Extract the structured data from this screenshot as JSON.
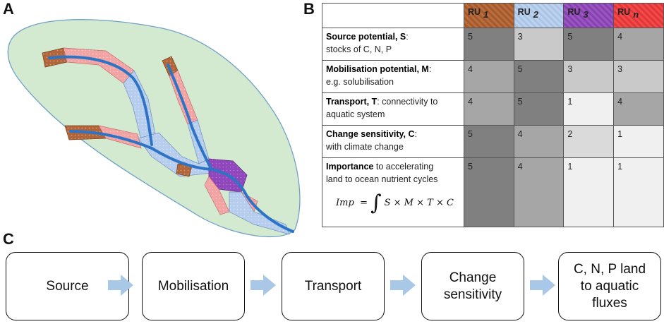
{
  "panel_labels": {
    "a": "A",
    "b": "B",
    "c": "C"
  },
  "colors": {
    "catchment": "#d4ead0",
    "river": "#2e74c6",
    "ru1": "#a95d2f",
    "ru2": "#b7cdee",
    "ru3": "#8f47bb",
    "run": "#ee4444",
    "pink_zone": "#f0a0a0",
    "arrow": "#a9c8e8"
  },
  "table": {
    "headers": [
      {
        "name": "RU",
        "sub": "1"
      },
      {
        "name": "RU",
        "sub": "2"
      },
      {
        "name": "RU",
        "sub": "3"
      },
      {
        "name": "RU",
        "sub": "n"
      }
    ],
    "rows": [
      {
        "bold": "Source potential, S",
        "rest": ":",
        "line2": "stocks of C, N, P",
        "values": [
          "5",
          "3",
          "5",
          "4"
        ]
      },
      {
        "bold": "Mobilisation potential, M",
        "rest": ":",
        "line2": "e.g. solubilisation",
        "values": [
          "4",
          "5",
          "3",
          "3"
        ]
      },
      {
        "bold": "Transport, T",
        "rest": ": connectivity to",
        "line2": "aquatic system",
        "values": [
          "4",
          "5",
          "1",
          "4"
        ]
      },
      {
        "bold": "Change sensitivity, C",
        "rest": ":",
        "line2": "with climate change",
        "values": [
          "5",
          "4",
          "2",
          "1"
        ]
      },
      {
        "bold": "Importance",
        "rest": " to accelerating",
        "line2": "land to ocean nutrient cycles",
        "values": [
          "5",
          "4",
          "1",
          "1"
        ]
      }
    ],
    "formula": {
      "lhs": "Imp",
      "eq": "=",
      "integral": "∫",
      "rhs": "S × M × T × C"
    }
  },
  "flow": {
    "steps": [
      {
        "lines": [
          "Source"
        ]
      },
      {
        "lines": [
          "Mobilisation"
        ]
      },
      {
        "lines": [
          "Transport"
        ]
      },
      {
        "lines": [
          "Change",
          "sensitivity"
        ]
      },
      {
        "lines": [
          "C, N, P land",
          "to aquatic",
          "fluxes"
        ]
      }
    ]
  }
}
